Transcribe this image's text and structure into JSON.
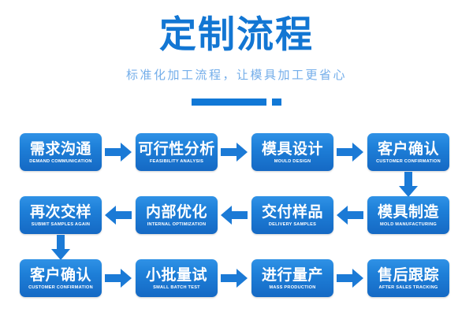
{
  "header": {
    "title": "定制流程",
    "subtitle": "标准化加工流程，让模具加工更省心",
    "accent_color": "#1178d6",
    "subtitle_color": "#74aeea"
  },
  "theme": {
    "background": "#ffffff",
    "box_gradient_top": "#2f92e6",
    "box_gradient_bottom": "#1569c4",
    "arrow_color": "#1b7ad6",
    "text_on_box": "#ffffff"
  },
  "flow": {
    "rows": [
      {
        "direction": "right",
        "steps": [
          {
            "cn": "需求沟通",
            "en": "DEMAND COMMUNICATION"
          },
          {
            "cn": "可行性分析",
            "en": "FEASIBILITY ANALYSIS"
          },
          {
            "cn": "模具设计",
            "en": "MOULD DESIGN"
          },
          {
            "cn": "客户确认",
            "en": "CUSTOMER CONFIRMATION"
          }
        ]
      },
      {
        "direction": "left",
        "steps": [
          {
            "cn": "再次交样",
            "en": "SUBMIT SAMPLES AGAIN"
          },
          {
            "cn": "内部优化",
            "en": "INTERNAL OPTIMIZATION"
          },
          {
            "cn": "交付样品",
            "en": "DELIVERY SAMPLES"
          },
          {
            "cn": "模具制造",
            "en": "MOLD MANUFACTURING"
          }
        ]
      },
      {
        "direction": "right",
        "steps": [
          {
            "cn": "客户确认",
            "en": "CUSTOMER CONFIRMATION"
          },
          {
            "cn": "小批量试",
            "en": "SMALL BATCH TEST"
          },
          {
            "cn": "进行量产",
            "en": "MASS PRODUCTION"
          },
          {
            "cn": "售后跟踪",
            "en": "AFTER SALES TRACKING"
          }
        ]
      }
    ],
    "connectors": [
      {
        "name": "row1-to-row2",
        "direction": "down"
      },
      {
        "name": "row2-to-row3",
        "direction": "down"
      }
    ]
  }
}
